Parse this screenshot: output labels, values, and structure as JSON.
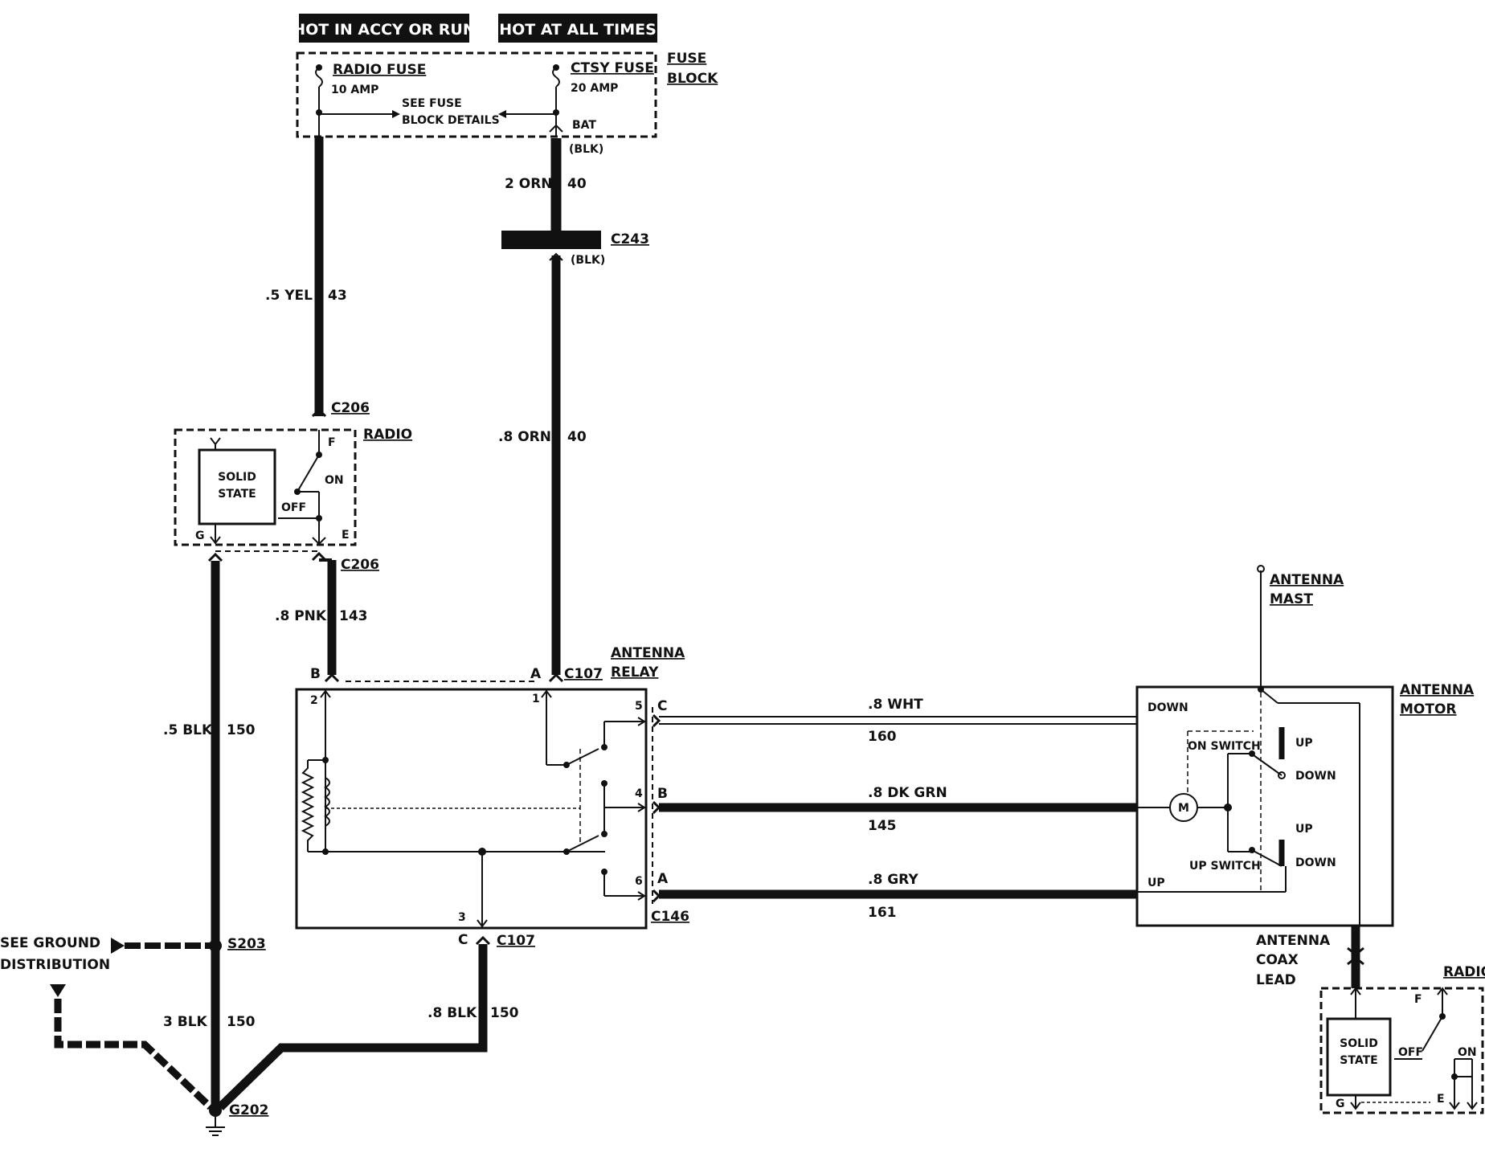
{
  "headers": {
    "accy_run": "HOT IN ACCY OR RUN",
    "all_times": "HOT AT ALL TIMES"
  },
  "fuse_block": {
    "title_1": "FUSE",
    "title_2": "BLOCK",
    "radio_fuse": "RADIO FUSE",
    "radio_amp": "10 AMP",
    "ctsy_fuse": "CTSY FUSE",
    "ctsy_amp": "20 AMP",
    "see_fuse_1": "SEE FUSE",
    "see_fuse_2": "BLOCK DETAILS",
    "bat": "BAT",
    "blk": "(BLK)"
  },
  "wires": {
    "w43": {
      "gauge": ".5 YEL",
      "circuit": "43"
    },
    "w40a": {
      "gauge": "2 ORN",
      "circuit": "40"
    },
    "w40b": {
      "gauge": ".8 ORN",
      "circuit": "40"
    },
    "w143": {
      "gauge": ".8 PNK",
      "circuit": "143"
    },
    "w150a": {
      "gauge": ".5 BLK",
      "circuit": "150"
    },
    "w150b": {
      "gauge": "3 BLK",
      "circuit": "150"
    },
    "w150c": {
      "gauge": ".8 BLK",
      "circuit": "150"
    },
    "w160": {
      "gauge": ".8 WHT",
      "circuit": "160"
    },
    "w145": {
      "gauge": ".8 DK GRN",
      "circuit": "145"
    },
    "w161": {
      "gauge": ".8 GRY",
      "circuit": "161"
    }
  },
  "connectors": {
    "c243": "C243",
    "c243_blk": "(BLK)",
    "c206": "C206",
    "c107": "C107",
    "c146": "C146",
    "s203": "S203",
    "g202": "G202"
  },
  "radio_top": {
    "title": "RADIO",
    "solid_1": "SOLID",
    "solid_2": "STATE",
    "f": "F",
    "on": "ON",
    "off": "OFF",
    "g": "G",
    "e": "E"
  },
  "relay": {
    "title_1": "ANTENNA",
    "title_2": "RELAY",
    "pin_2": "2",
    "pin_1": "1",
    "pin_5": "5",
    "pin_4": "4",
    "pin_6": "6",
    "pin_3": "3",
    "conn_b": "B",
    "conn_a": "A",
    "conn_c": "C",
    "c146_c": "C",
    "c146_b": "B",
    "c146_a": "A"
  },
  "ground": {
    "see_1": "SEE GROUND",
    "see_2": "DISTRIBUTION"
  },
  "motor": {
    "title_1": "ANTENNA",
    "title_2": "MOTOR",
    "mast_1": "ANTENNA",
    "mast_2": "MAST",
    "down": "DOWN",
    "up": "UP",
    "on_switch": "ON SWITCH",
    "up_switch": "UP SWITCH",
    "sw_up": "UP",
    "sw_down": "DOWN",
    "m": "M",
    "coax_1": "ANTENNA",
    "coax_2": "COAX",
    "coax_3": "LEAD"
  },
  "radio_bottom": {
    "title": "RADIO",
    "solid_1": "SOLID",
    "solid_2": "STATE",
    "f": "F",
    "on": "ON",
    "off": "OFF",
    "g": "G",
    "e": "E"
  }
}
